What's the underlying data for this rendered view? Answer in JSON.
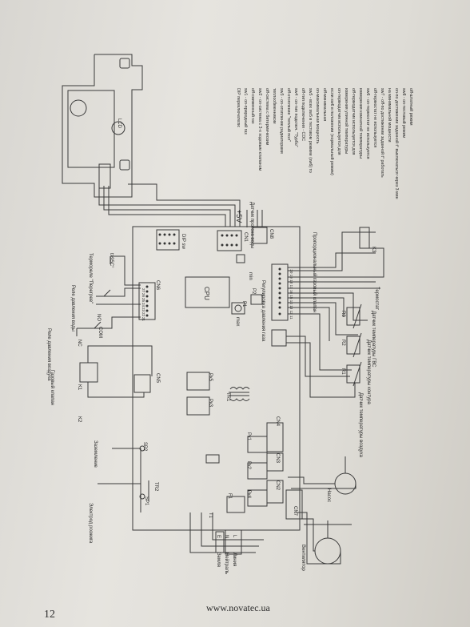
{
  "page": {
    "number": "12",
    "url": "www.novatec.ua"
  },
  "diagram": {
    "board": {
      "cpu": "CPU",
      "dip_sw": "DIP sw",
      "tr1": "TR1",
      "t1": "T1",
      "f1": "F1",
      "k1": "K1",
      "k2": "K2",
      "k3": "K3",
      "sp1": "SP1",
      "sp2": "SP2",
      "tr2": "TR2",
      "plus5v": "+5V",
      "min": "min",
      "max": "max",
      "p1": "P1",
      "p2": "P2"
    },
    "connectors": {
      "cn1": "CN1",
      "cn2": "CN2",
      "cn3": "CN3",
      "cn4": "CN4",
      "cn5": "CN5",
      "cn6": "CN6",
      "cn7": "CN7",
      "cn8": "CN8"
    },
    "pins_top": [
      "21",
      "22",
      "23",
      "24",
      "25",
      "26",
      "27"
    ],
    "pins_bottom": [
      "11",
      "12",
      "13",
      "14",
      "15",
      "16",
      "17",
      "18",
      "19",
      "20"
    ],
    "relays": [
      "Рк1",
      "Рк2",
      "Рк3",
      "Рк4",
      "Рк5"
    ],
    "labels": {
      "electrode": "Электрод розжига",
      "ground_terminal": "Заземление",
      "gas_valve": "Газовый клапан",
      "air_relay": "Реле давления воздуха",
      "water_relay": "Реле давления воды",
      "thermorelay": "Термореле \"Перегрев\"",
      "overheat_temp": "t>95C°",
      "nc": "NC",
      "no": "NO",
      "com": "COM",
      "flow_sensor": "Датчик протока воды",
      "gas_regulator": "Регулировка давления газа",
      "proportional_valve": "Пропорциональный газовый клапан",
      "thermostat": "Термостат",
      "sensor_air": "Датчик температуры воздуха",
      "sensor_loop": "Датчик температуры контура",
      "sensor_dhw": "Датчик температуры ГВС",
      "r1": "R1",
      "r2": "R2",
      "r3": "R3",
      "fan": "Вентилятор",
      "pump": "Насос",
      "ground_line": "Земля",
      "neutral": "Нейтраль",
      "phase": "Линия",
      "e": "E",
      "n": "N",
      "l": "L",
      "lcd": "LCD"
    },
    "dip_notes": [
      "DIP переключатели:",
      "sw1 - on-природный газ",
      "off-сжиженный газ",
      "sw2 - on-система с 3-х ходовым клапаном",
      "off-система с битермическим",
      "теплообменником",
      "sw3 - on-отопление радиаторами",
      "off-отопление \"теплый пол\"",
      "sw4 - on-тип подключ. \"Турбо\"",
      "off-тип подключения - CDC",
      "sw5 - всех sw5 в тестовом режиме (sw6) то",
      "on-максимальная мощность",
      "off-минимальная",
      "если sw6 в положении (нормальный режим)",
      "on-термодатчик используется для",
      "измерения уличной температуры",
      "off-термодатчик используется для",
      "измерения комнатной температуры",
      "sw6 - on-термостат не используется",
      "off-термостат не используется",
      "sw7 - off-по достижении заданной t° работать",
      "на минимальной мощности",
      "on-по достижении заданной t° выключаться через 3 мин",
      "sw8 - on-тестовый режим",
      "off-штатный режим"
    ]
  },
  "colors": {
    "line": "#3a3a3a",
    "paper": "#e2e0da"
  }
}
